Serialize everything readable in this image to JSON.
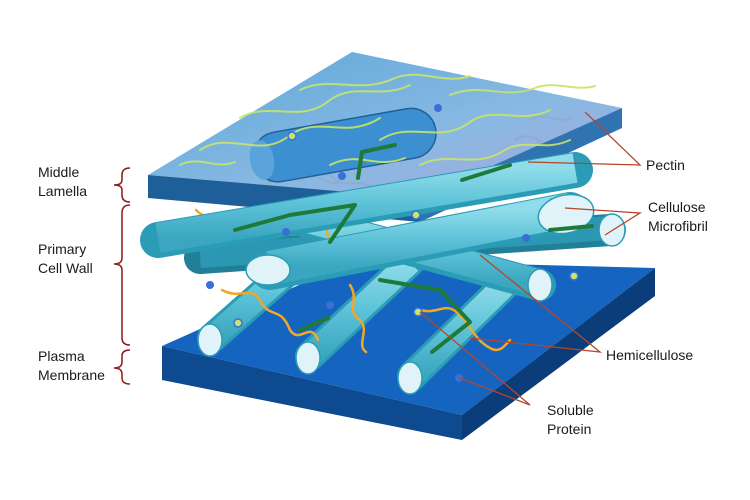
{
  "labels": {
    "middle_lamella": [
      "Middle",
      "Lamella"
    ],
    "primary_cell_wall": [
      "Primary",
      "Cell Wall"
    ],
    "plasma_membrane": [
      "Plasma",
      "Membrane"
    ],
    "pectin": "Pectin",
    "cellulose_microfibril": [
      "Cellulose",
      "Microfibril"
    ],
    "hemicellulose": "Hemicellulose",
    "soluble_protein": [
      "Soluble",
      "Protein"
    ]
  },
  "colors": {
    "membrane_top": "#1565c0",
    "membrane_side": "#0b3d7a",
    "lamella_top": "#6ab0dc",
    "lamella_side": "#1f5f99",
    "fibril_light": "#66c9dd",
    "fibril_dark": "#2a9cb6",
    "fibril_end": "#dff3f8",
    "pectin": "#f5a623",
    "pectin_green": "#c6e56a",
    "hemicellulose": "#1f7a3a",
    "protein": "#3a6fd8",
    "bracket": "#8b1a1a",
    "leader": "#b5462a"
  }
}
